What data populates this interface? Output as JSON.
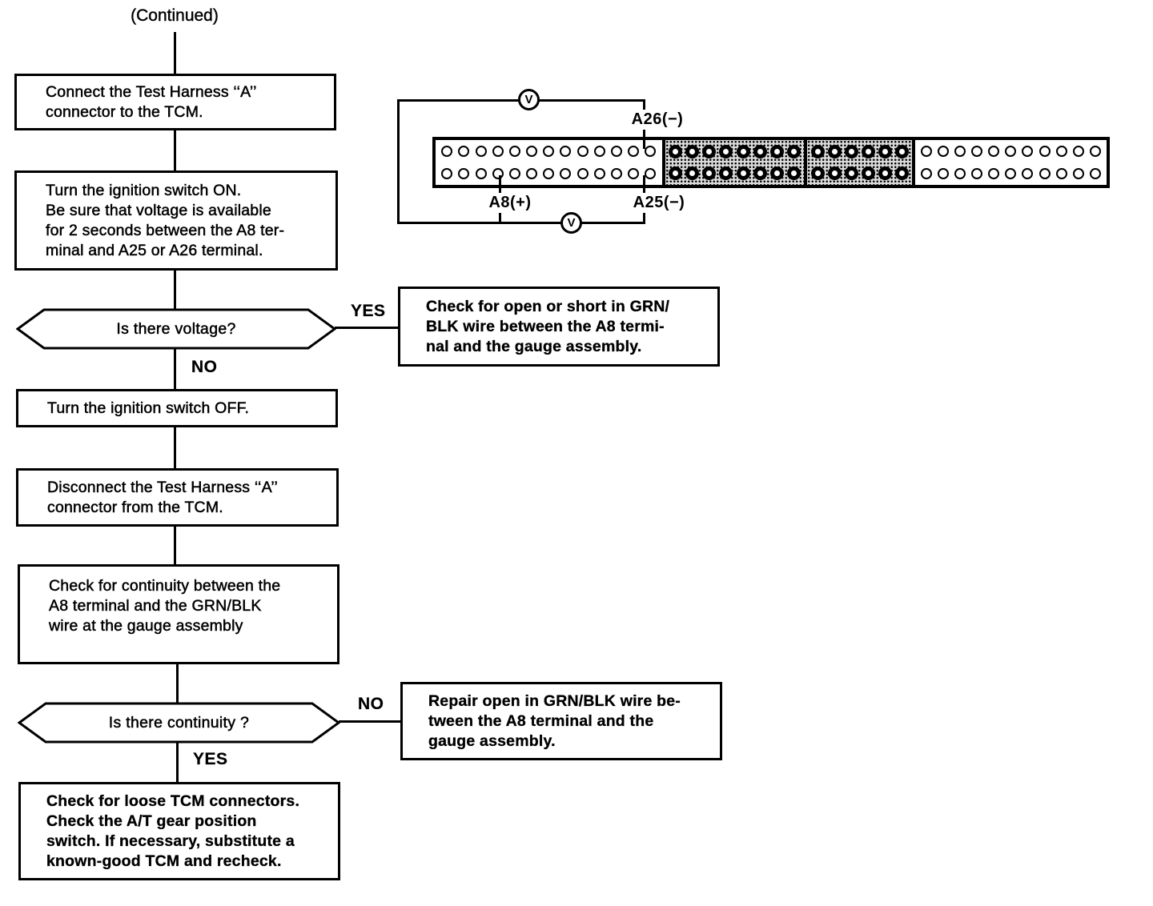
{
  "page": {
    "continued": "(Continued)"
  },
  "colors": {
    "ink": "#000000",
    "paper": "#ffffff",
    "shaded_section": "#d9d9d9"
  },
  "flowchart": {
    "steps": {
      "connect_harness": "Connect the Test Harness ‘‘A’’\nconnector to the TCM.",
      "ignition_on": "Turn the ignition switch ON.\nBe sure that voltage is available\nfor 2 seconds between the A8 ter-\nminal and A25 or A26 terminal.",
      "voltage_question": "Is there voltage?",
      "check_open_short": "Check for open or short in GRN/\nBLK wire between the A8 termi-\nnal and the gauge assembly.",
      "ignition_off": "Turn the ignition switch OFF.",
      "disconnect_harness": "Disconnect the Test Harness ‘‘A’’\nconnector from the TCM.",
      "check_continuity": "Check for continuity between the\nA8 terminal and the GRN/BLK\nwire at the gauge assembly",
      "continuity_question": "Is there continuity ?",
      "repair_open": "Repair open in GRN/BLK wire be-\ntween the A8 terminal and the\ngauge assembly.",
      "final_check": "Check for loose TCM connectors.\nCheck the A/T gear position\nswitch. If necessary, substitute a\nknown-good TCM and recheck."
    },
    "branch_labels": {
      "voltage_yes": "YES",
      "voltage_no": "NO",
      "continuity_no": "NO",
      "continuity_yes": "YES"
    }
  },
  "connector_diagram": {
    "voltmeter_symbol": "V",
    "terminal_labels": {
      "a26": "A26(−)",
      "a8": "A8(+)",
      "a25": "A25(−)"
    },
    "sections": [
      {
        "style": "plain",
        "pins_per_row": 13,
        "rows": 2
      },
      {
        "style": "shaded",
        "pins_per_row": 8,
        "rows": 2
      },
      {
        "style": "shaded",
        "pins_per_row": 6,
        "rows": 2
      },
      {
        "style": "plain",
        "pins_per_row": 11,
        "rows": 2
      }
    ]
  }
}
